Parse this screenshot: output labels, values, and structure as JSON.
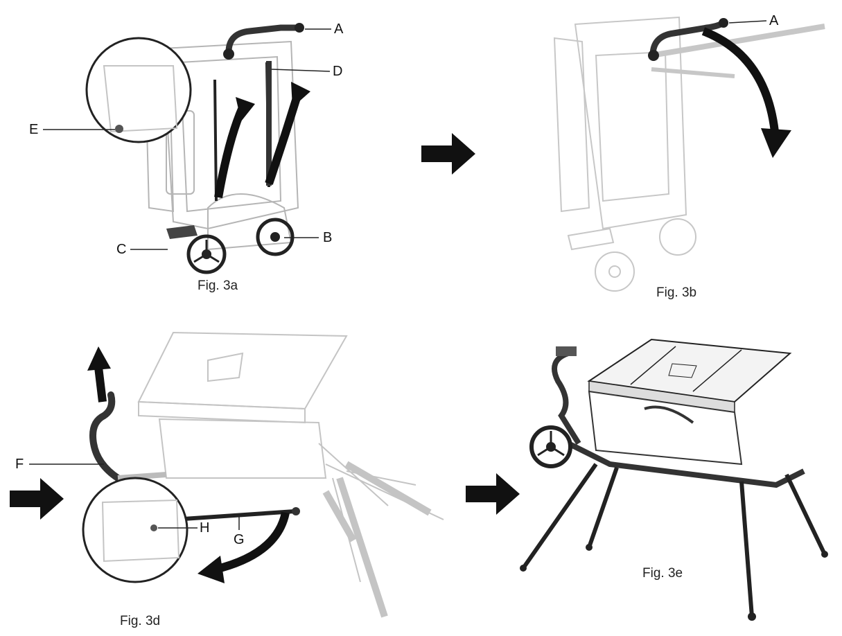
{
  "figures": [
    {
      "caption": "Fig. 3a",
      "callouts": [
        "A",
        "D",
        "E",
        "B",
        "C"
      ]
    },
    {
      "caption": "Fig. 3b",
      "callouts": [
        "A"
      ]
    },
    {
      "caption": "Fig. 3d",
      "callouts": [
        "F",
        "G",
        "H"
      ]
    },
    {
      "caption": "Fig. 3e",
      "callouts": []
    }
  ],
  "colors": {
    "line": "#1a1a1a",
    "faded": "#c9c9c9",
    "mid": "#8a8a8a",
    "arrow": "#111111"
  },
  "icons": {
    "flow": "right-arrow-icon",
    "motion": "curved-arrow-icon"
  }
}
